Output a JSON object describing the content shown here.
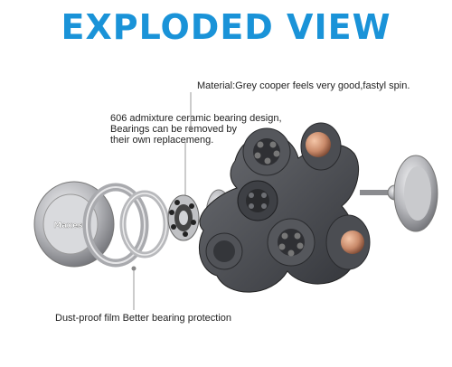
{
  "title": "EXPLODED VIEW",
  "callouts": {
    "material": "Material:Grey cooper feels very good,fastyl spin.",
    "bearing_line1": "606 admixture ceramic bearing design,",
    "bearing_line2": "Bearings can be removed by",
    "bearing_line3": "their own replacemeng.",
    "dust": "Dust-proof film Better bearing protection"
  },
  "cap_brand": "Maxesla",
  "colors": {
    "title": "#1a93d8",
    "spinner_body": "#4a4c50",
    "copper": "#c98a6a",
    "silver": "#c8c8cc"
  }
}
